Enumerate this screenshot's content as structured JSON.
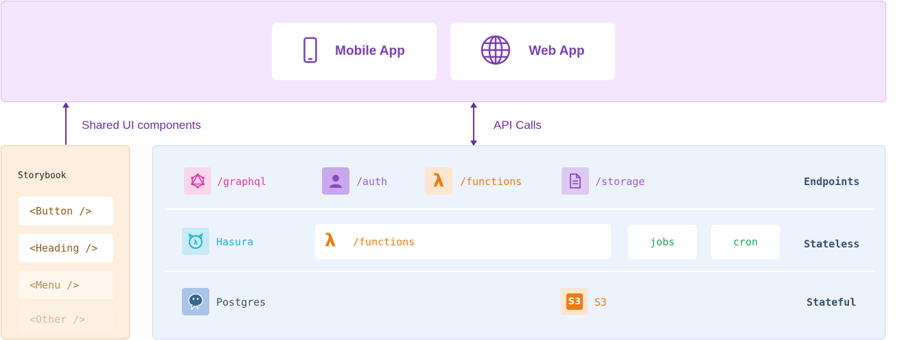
{
  "clients": {
    "mobile": {
      "label": "Mobile App",
      "icon": "smartphone-icon"
    },
    "web": {
      "label": "Web App",
      "icon": "globe-icon"
    }
  },
  "links": {
    "shared_ui": "Shared UI components",
    "api_calls": "API Calls"
  },
  "storybook": {
    "title": "Storybook",
    "items": [
      "<Button />",
      "<Heading />",
      "<Menu />",
      "<Other />"
    ]
  },
  "rows": {
    "endpoints": "Endpoints",
    "stateless": "Stateless",
    "stateful": "Stateful"
  },
  "endpoints": {
    "graphql": {
      "label": "/graphql",
      "icon": "graphql-icon"
    },
    "auth": {
      "label": "/auth",
      "icon": "user-icon"
    },
    "functions": {
      "label": "/functions",
      "icon": "lambda-icon"
    },
    "storage": {
      "label": "/storage",
      "icon": "document-icon"
    }
  },
  "stateless": {
    "hasura": {
      "label": "Hasura",
      "icon": "hasura-icon"
    },
    "functions": {
      "label": "/functions",
      "icon": "lambda-icon"
    },
    "jobs": "jobs",
    "cron": "cron"
  },
  "stateful": {
    "postgres": {
      "label": "Postgres",
      "icon": "postgres-icon"
    },
    "s3": {
      "label": "S3",
      "icon_text": "S3"
    }
  },
  "colors": {
    "graphql": "#e535ab",
    "auth": "#9b5cd6",
    "functions": "#f07a12",
    "storage": "#9b5cd6",
    "hasura": "#1eb4d4",
    "jobs": "#19a55a",
    "postgres": "#336791"
  }
}
